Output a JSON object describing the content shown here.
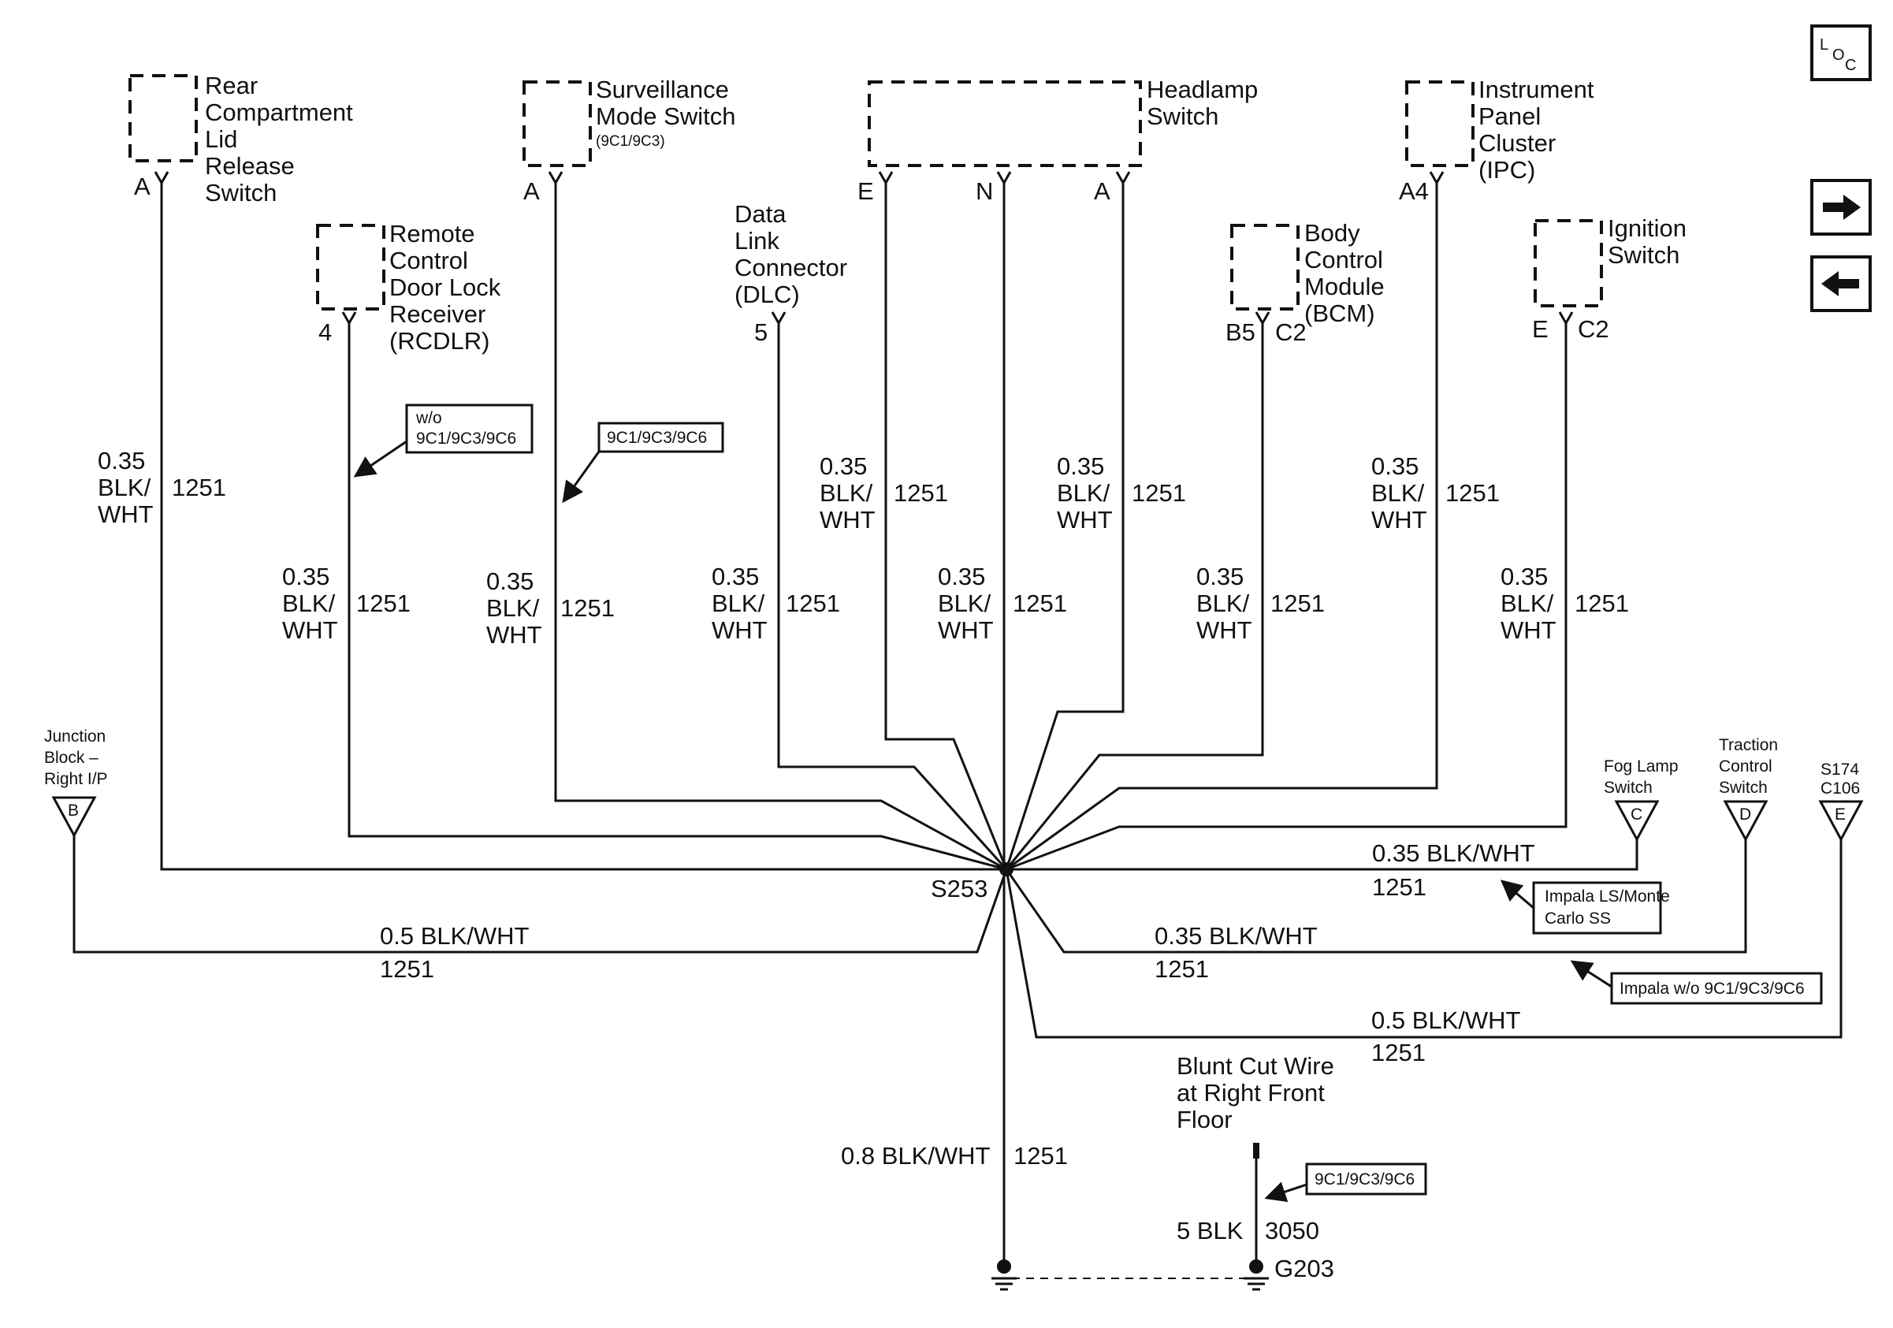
{
  "components": {
    "rear_compartment": [
      "Rear",
      "Compartment",
      "Lid",
      "Release",
      "Switch"
    ],
    "surveillance": [
      "Surveillance",
      "Mode Switch"
    ],
    "surveillance_note": "(9C1/9C3)",
    "headlamp": [
      "Headlamp",
      "Switch"
    ],
    "ipc": [
      "Instrument",
      "Panel",
      "Cluster",
      "(IPC)"
    ],
    "rcdlr": [
      "Remote",
      "Control",
      "Door Lock",
      "Receiver",
      "(RCDLR)"
    ],
    "dlc": [
      "Data",
      "Link",
      "Connector",
      "(DLC)"
    ],
    "bcm": [
      "Body",
      "Control",
      "Module",
      "(BCM)"
    ],
    "ignition": [
      "Ignition",
      "Switch"
    ]
  },
  "pins": {
    "rear_a": "A",
    "rcdlr_4": "4",
    "surv_a": "A",
    "dlc_5": "5",
    "headlamp_e": "E",
    "headlamp_n": "N",
    "headlamp_a": "A",
    "bcm_b5": "B5",
    "bcm_c2": "C2",
    "ipc_a4": "A4",
    "ign_e": "E",
    "ign_c2": "C2"
  },
  "wire": {
    "gauge_035": "0.35",
    "color_l1": "BLK/",
    "color_l2": "WHT",
    "circuit": "1251",
    "h_035": "0.35 BLK/WHT",
    "h_05": "0.5 BLK/WHT",
    "h_08": "0.8 BLK/WHT",
    "ground_wire": "5 BLK",
    "ground_circuit": "3050"
  },
  "splice": "S253",
  "ground": "G203",
  "blunt_cut": [
    "Blunt Cut Wire",
    "at Right Front",
    "Floor"
  ],
  "connectors": {
    "junction": [
      "Junction",
      "Block –",
      "Right I/P"
    ],
    "junction_pin": "B",
    "fog": [
      "Fog Lamp",
      "Switch"
    ],
    "fog_pin": "C",
    "traction": [
      "Traction",
      "Control",
      "Switch"
    ],
    "traction_pin": "D",
    "s174": [
      "S174",
      "C106"
    ],
    "s174_pin": "E"
  },
  "options": {
    "rcdlr": [
      "w/o",
      "9C1/9C3/9C6"
    ],
    "surv": "9C1/9C3/9C6",
    "fog": [
      "Impala LS/Monte",
      "Carlo SS"
    ],
    "traction": "Impala w/o 9C1/9C3/9C6",
    "ground": "9C1/9C3/9C6"
  },
  "nav": {
    "loc_icon": "loc-icon",
    "forward_icon": "arrow-right-icon",
    "back_icon": "arrow-left-icon",
    "loc_letters": [
      "L",
      "O",
      "C"
    ]
  }
}
